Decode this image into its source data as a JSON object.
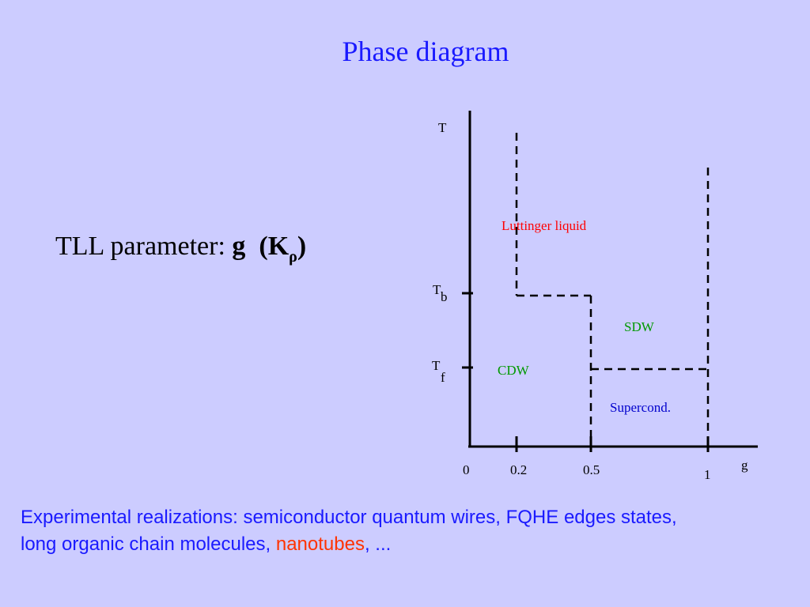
{
  "title": "Phase diagram",
  "parameter": {
    "prefix": "TLL parameter: ",
    "symbol": "g",
    "open": "(",
    "k": "K",
    "sub": "ρ",
    "close": ")"
  },
  "diagram": {
    "y_axis_label": "T",
    "x_axis_label": "g",
    "ticks": {
      "zero": "0",
      "g02": "0.2",
      "g05": "0.5",
      "g1": "1"
    },
    "temps": {
      "tb_main": "T",
      "tb_sub": "b",
      "tf_main": "T",
      "tf_sub": "f"
    },
    "regions": {
      "luttinger": "Luttinger liquid",
      "sdw": "SDW",
      "cdw": "CDW",
      "supercond": "Supercond."
    },
    "colors": {
      "luttinger": "#ff0000",
      "sdw": "#009900",
      "cdw": "#009900",
      "supercond": "#0000cc"
    }
  },
  "footer": {
    "line1": "Experimental realizations: semiconductor quantum wires, FQHE edges states,",
    "line2_prefix": "long organic chain molecules, ",
    "line2_highlight": "nanotubes",
    "line2_suffix": ", ..."
  }
}
